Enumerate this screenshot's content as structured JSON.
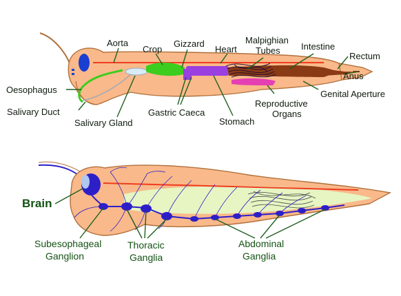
{
  "top_diagram": {
    "labels": {
      "aorta": "Aorta",
      "crop": "Crop",
      "gizzard": "Gizzard",
      "heart": "Heart",
      "malpighian_1": "Malpighian",
      "malpighian_2": "Tubes",
      "intestine": "Intestine",
      "rectum": "Rectum",
      "anus": "Anus",
      "oesophagus": "Oesophagus",
      "genital_aperture": "Genital Aperture",
      "reproductive_1": "Reproductive",
      "reproductive_2": "Organs",
      "salivary_duct": "Salivary Duct",
      "salivary_gland": "Salivary Gland",
      "gastric_caeca": "Gastric Caeca",
      "stomach": "Stomach"
    }
  },
  "bottom_diagram": {
    "labels": {
      "brain": "Brain",
      "subesophageal_1": "Subesophageal",
      "subesophageal_2": "Ganglion",
      "thoracic_1": "Thoracic",
      "thoracic_2": "Ganglia",
      "abdominal_1": "Abdominal",
      "abdominal_2": "Ganglia"
    }
  },
  "colors": {
    "body": "#f9b98a",
    "outline": "#b0703c",
    "eye": "#1a3fd1",
    "aorta": "#f03c1e",
    "crop": "#3ccd1e",
    "stomach": "#9a3fe0",
    "intestine": "#8a3a14",
    "reproductive": "#e53fb4",
    "salivary_gland": "#d8ecf8",
    "nerve_cord": "#2d1fc8",
    "gut_pale": "#e6f5c2"
  }
}
